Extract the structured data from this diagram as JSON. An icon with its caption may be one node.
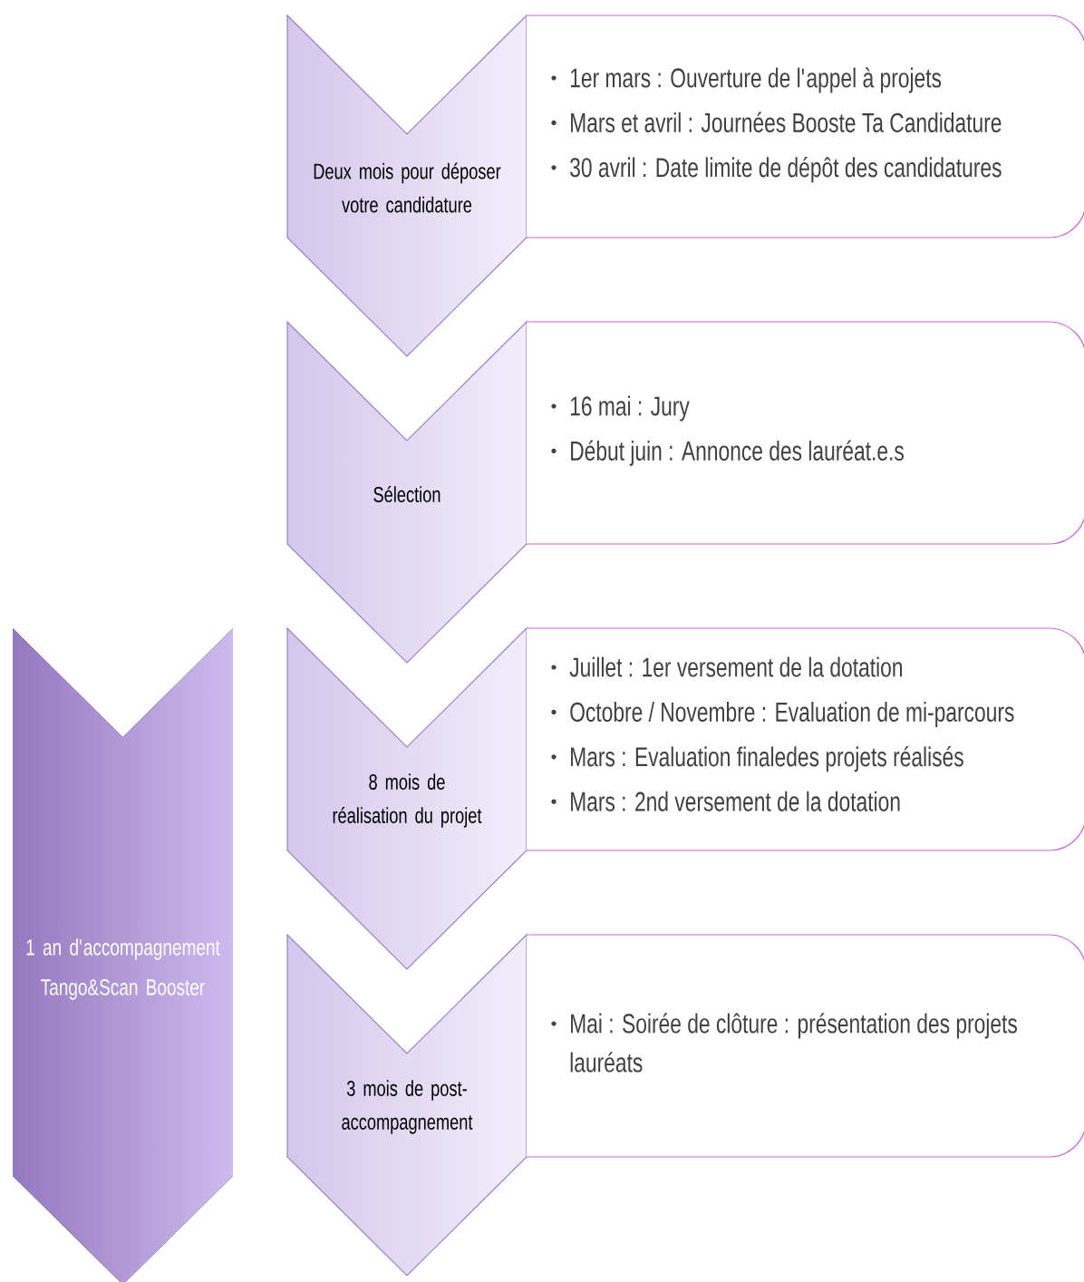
{
  "diagram": {
    "nodes": [
      {
        "text": [
          "Deux mois pour déposer votre candidature"
        ]
      },
      {
        "text": [
          "1er mars : Ouverture de l'appel à projets",
          "Mars et avril : Journées Booste Ta Candidature",
          "30 avril : Date limite de dépôt des candidatures"
        ]
      },
      {
        "text": [
          "Sélection"
        ]
      },
      {
        "text": [
          "16 mai : Jury",
          "Début juin : Annonce des lauréat.e.s"
        ]
      },
      {
        "text": [
          "8 mois de réalisation du projet"
        ]
      },
      {
        "text": [
          "Juillet : 1er versement de la dotation",
          "Octobre / Novembre : Evaluation de mi-parcours",
          "Mars : Evaluation finaledes projets réalisés",
          "Mars : 2nd versement de la dotation"
        ]
      },
      {
        "text": [
          "3 mois de post-accompagnement"
        ]
      },
      {
        "text": [
          "Mai : Soirée de clôture : présentation des projets lauréats"
        ]
      },
      {
        "text": [
          "1 an d'accompagnement Tango&Scan Booster"
        ]
      }
    ]
  }
}
